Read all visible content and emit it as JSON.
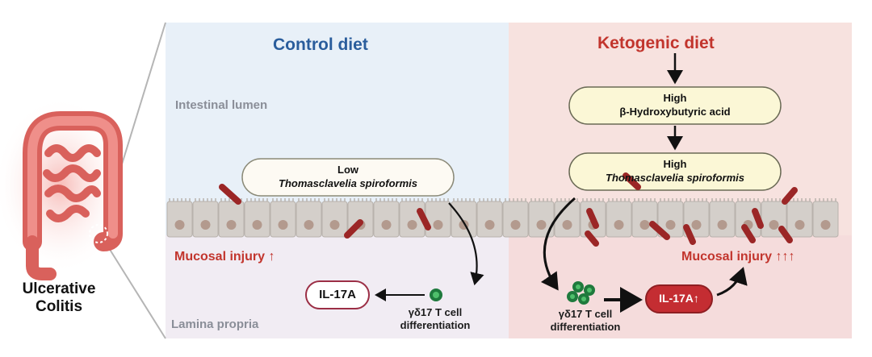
{
  "left_panel": {
    "title": "Control diet",
    "lumen_label": "Intestinal lumen",
    "lamina_label": "Lamina propria",
    "bacteria_level": "Low",
    "bacteria_name": "Thomasclavelia spiroformis",
    "injury": "Mucosal injury ↑",
    "cytokine": "IL-17A",
    "cell_line1": "γδ17 T cell",
    "cell_line2": "differentiation"
  },
  "right_panel": {
    "title": "Ketogenic diet",
    "metabolite_level": "High",
    "metabolite_name": "β-Hydroxybutyric acid",
    "bacteria_level": "High",
    "bacteria_name": "Thomasclavelia spiroformis",
    "injury": "Mucosal injury ↑↑↑",
    "cytokine": "IL-17A↑",
    "cell_line1": "γδ17 T cell",
    "cell_line2": "differentiation"
  },
  "disease": {
    "line1": "Ulcerative",
    "line2": "Colitis"
  },
  "colors": {
    "control_title": "#2a5d9c",
    "keto_title": "#c2352d",
    "control_bg": "#e8f0f8",
    "keto_bg": "#f7e2df",
    "lamina_bg": "#f0eaf2",
    "cell_fill": "#d4cfca",
    "nucleus": "#b39a8e",
    "bacteria": "#9b2626",
    "pill_fill": "#fbf7d6",
    "tcell": "#1f7a3d",
    "il17_fill": "#c42d32"
  }
}
